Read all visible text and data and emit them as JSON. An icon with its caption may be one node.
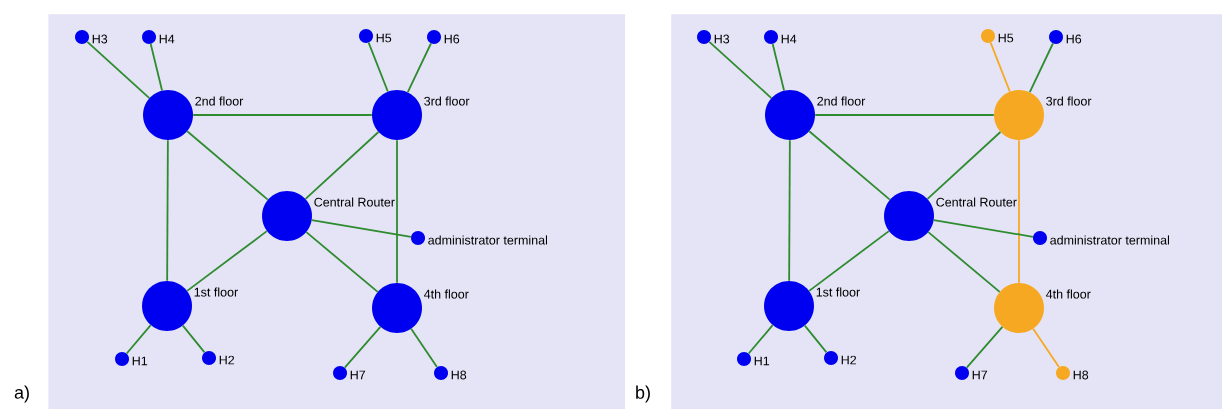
{
  "diagram": {
    "nodes": [
      {
        "text": [],
        "shape": "box"
      },
      {
        "text": [],
        "shape": "circle",
        "beside": [
          "H3"
        ],
        "in": 0
      },
      {
        "text": [],
        "shape": "circle",
        "beside": [
          "H4"
        ],
        "in": 0
      },
      {
        "text": [],
        "shape": "circle",
        "beside": [
          "H5"
        ],
        "in": 0
      },
      {
        "text": [],
        "shape": "circle",
        "beside": [
          "H6"
        ],
        "in": 0
      },
      {
        "text": [],
        "shape": "circle",
        "beside": [
          "2nd floor"
        ],
        "in": 0
      },
      {
        "text": [],
        "shape": "circle",
        "beside": [
          "3rd floor"
        ],
        "in": 0
      },
      {
        "text": [],
        "shape": "circle",
        "beside": [
          "Central Router"
        ],
        "in": 0
      },
      {
        "text": [],
        "shape": "circle",
        "beside": [
          "administrator terminal"
        ],
        "in": 0
      },
      {
        "text": [],
        "shape": "circle",
        "beside": [
          "1st floor"
        ],
        "in": 0
      },
      {
        "text": [],
        "shape": "circle",
        "beside": [
          "4th floor"
        ],
        "in": 0
      },
      {
        "text": [],
        "shape": "circle",
        "beside": [
          "H1"
        ],
        "in": 0
      },
      {
        "text": [],
        "shape": "circle",
        "beside": [
          "H2"
        ],
        "in": 0
      },
      {
        "text": [],
        "shape": "circle",
        "beside": [
          "H7"
        ],
        "in": 0
      },
      {
        "text": [],
        "shape": "circle",
        "beside": [
          "H8"
        ],
        "in": 0
      },
      {
        "text": [],
        "shape": "box"
      },
      {
        "text": [],
        "shape": "circle",
        "beside": [
          "H3"
        ],
        "in": 15
      },
      {
        "text": [],
        "shape": "circle",
        "beside": [
          "H4"
        ],
        "in": 15
      },
      {
        "text": [],
        "shape": "circle",
        "beside": [
          "H5"
        ],
        "in": 15
      },
      {
        "text": [],
        "shape": "circle",
        "beside": [
          "H6"
        ],
        "in": 15
      },
      {
        "text": [],
        "shape": "circle",
        "beside": [
          "2nd floor"
        ],
        "in": 15
      },
      {
        "text": [],
        "shape": "circle",
        "beside": [
          "3rd floor"
        ],
        "in": 15
      },
      {
        "text": [],
        "shape": "circle",
        "beside": [
          "Central Router"
        ],
        "in": 15
      },
      {
        "text": [],
        "shape": "circle",
        "beside": [
          "administrator terminal"
        ],
        "in": 15
      },
      {
        "text": [],
        "shape": "circle",
        "beside": [
          "1st floor"
        ],
        "in": 15
      },
      {
        "text": [],
        "shape": "circle",
        "beside": [
          "4th floor"
        ],
        "in": 15
      },
      {
        "text": [],
        "shape": "circle",
        "beside": [
          "H1"
        ],
        "in": 15
      },
      {
        "text": [],
        "shape": "circle",
        "beside": [
          "H2"
        ],
        "in": 15
      },
      {
        "text": [],
        "shape": "circle",
        "beside": [
          "H7"
        ],
        "in": 15
      },
      {
        "text": [],
        "shape": "circle",
        "beside": [
          "H8"
        ],
        "in": 15
      }
    ],
    "edges": [
      {
        "from": 1,
        "to": 5,
        "arrow": "none"
      },
      {
        "from": 2,
        "to": 5,
        "arrow": "none"
      },
      {
        "from": 3,
        "to": 6,
        "arrow": "none"
      },
      {
        "from": 4,
        "to": 6,
        "arrow": "none"
      },
      {
        "from": 5,
        "to": 6,
        "arrow": "none"
      },
      {
        "from": 5,
        "to": 7,
        "arrow": "none"
      },
      {
        "from": 5,
        "to": 9,
        "arrow": "none"
      },
      {
        "from": 6,
        "to": 7,
        "arrow": "none"
      },
      {
        "from": 6,
        "to": 10,
        "arrow": "none"
      },
      {
        "from": 7,
        "to": 8,
        "arrow": "none"
      },
      {
        "from": 7,
        "to": 9,
        "arrow": "none"
      },
      {
        "from": 7,
        "to": 10,
        "arrow": "none"
      },
      {
        "from": 9,
        "to": 11,
        "arrow": "none"
      },
      {
        "from": 9,
        "to": 12,
        "arrow": "none"
      },
      {
        "from": 10,
        "to": 13,
        "arrow": "none"
      },
      {
        "from": 10,
        "to": 14,
        "arrow": "none"
      },
      {
        "from": 16,
        "to": 20,
        "arrow": "none"
      },
      {
        "from": 17,
        "to": 20,
        "arrow": "none"
      },
      {
        "from": 18,
        "to": 21,
        "arrow": "none",
        "color": "#f7a823"
      },
      {
        "from": 19,
        "to": 21,
        "arrow": "none"
      },
      {
        "from": 20,
        "to": 21,
        "arrow": "none"
      },
      {
        "from": 20,
        "to": 22,
        "arrow": "none"
      },
      {
        "from": 20,
        "to": 24,
        "arrow": "none"
      },
      {
        "from": 21,
        "to": 22,
        "arrow": "none"
      },
      {
        "from": 21,
        "to": 25,
        "arrow": "none",
        "color": "#f7a823"
      },
      {
        "from": 22,
        "to": 23,
        "arrow": "none"
      },
      {
        "from": 22,
        "to": 24,
        "arrow": "none"
      },
      {
        "from": 22,
        "to": 25,
        "arrow": "none"
      },
      {
        "from": 24,
        "to": 26,
        "arrow": "none"
      },
      {
        "from": 24,
        "to": 27,
        "arrow": "none"
      },
      {
        "from": 25,
        "to": 28,
        "arrow": "none"
      },
      {
        "from": 25,
        "to": 29,
        "arrow": "none",
        "color": "#f7a823"
      }
    ],
    "labels": [
      "a)",
      "b)"
    ]
  }
}
